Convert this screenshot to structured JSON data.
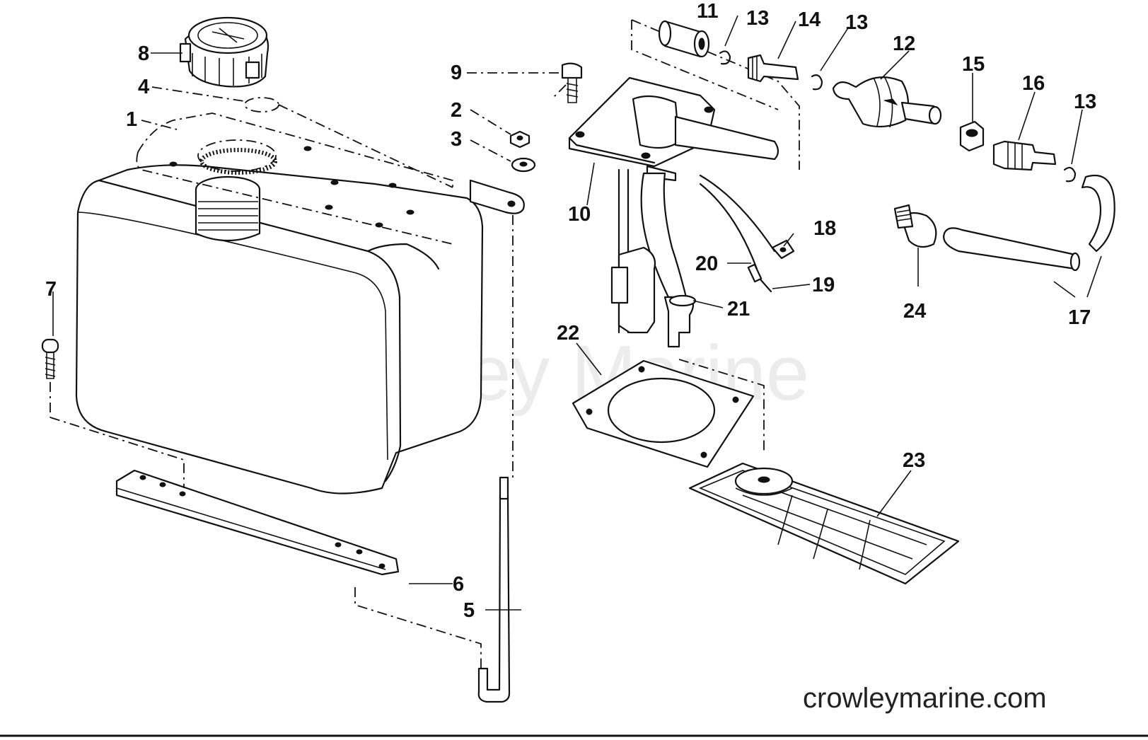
{
  "watermark": "Crowley Marine",
  "website": "crowleymarine.com",
  "callouts": {
    "c1": "1",
    "c2": "2",
    "c3": "3",
    "c4": "4",
    "c5": "5",
    "c6": "6",
    "c7": "7",
    "c8": "8",
    "c9": "9",
    "c10": "10",
    "c11": "11",
    "c12": "12",
    "c13a": "13",
    "c13b": "13",
    "c13c": "13",
    "c14": "14",
    "c15": "15",
    "c16": "16",
    "c17": "17",
    "c18": "18",
    "c19": "19",
    "c20": "20",
    "c21": "21",
    "c22": "22",
    "c23": "23",
    "c24": "24"
  }
}
